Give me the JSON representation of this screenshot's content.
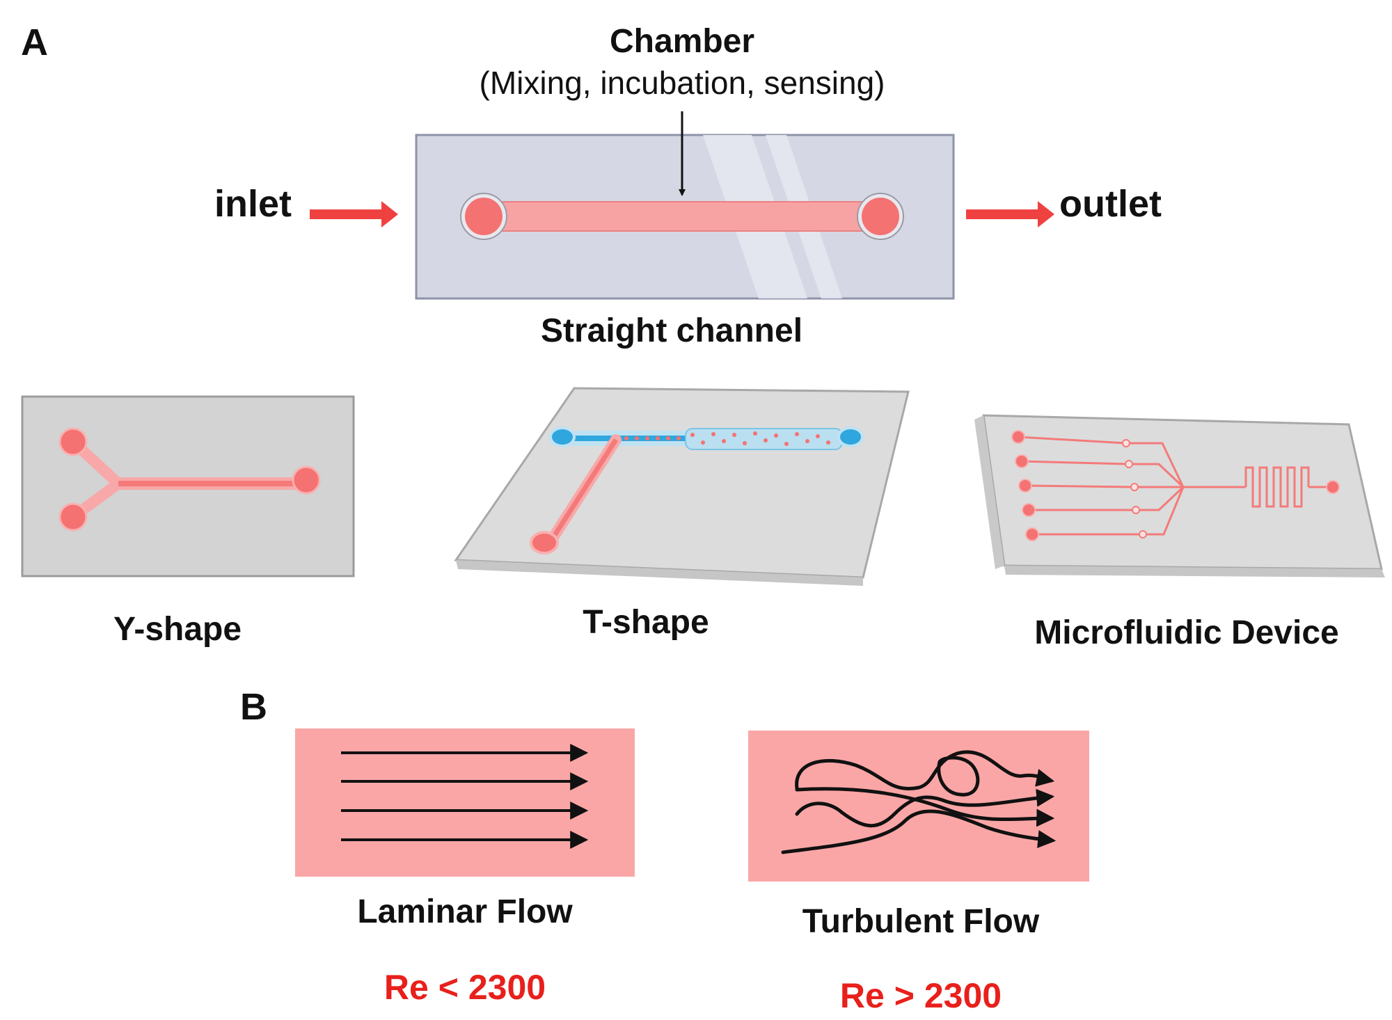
{
  "panel_a": {
    "letter": "A",
    "chamber_title": "Chamber",
    "chamber_subtitle": "(Mixing, incubation, sensing)",
    "inlet": "inlet",
    "outlet": "outlet",
    "straight_label": "Straight channel",
    "y_label": "Y-shape",
    "t_label": "T-shape",
    "device_label": "Microfluidic Device"
  },
  "panel_b": {
    "letter": "B",
    "laminar_label": "Laminar Flow",
    "laminar_re": "Re < 2300",
    "turbulent_label": "Turbulent Flow",
    "turbulent_re": "Re > 2300"
  },
  "colors": {
    "channel": "#f47a7a",
    "chip_face": "#d2d6e2",
    "chip_grey": "#d3d3d3",
    "flow_box": "#fba6a6",
    "re_text": "#e8201c",
    "blue": "#2fa6dd"
  }
}
